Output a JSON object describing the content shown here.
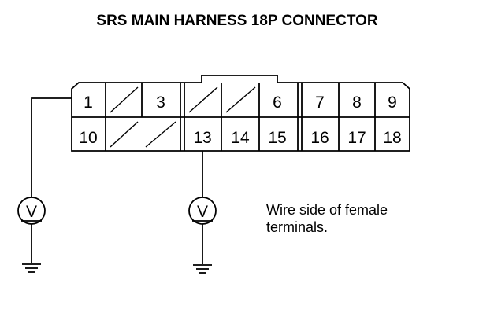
{
  "title": "SRS MAIN HARNESS 18P CONNECTOR",
  "connector": {
    "pins": [
      {
        "label": "1"
      },
      {
        "label": ""
      },
      {
        "label": "3"
      },
      {
        "label": ""
      },
      {
        "label": ""
      },
      {
        "label": "6"
      },
      {
        "label": "7"
      },
      {
        "label": "8"
      },
      {
        "label": "9"
      },
      {
        "label": "10"
      },
      {
        "label": ""
      },
      {
        "label": ""
      },
      {
        "label": "13"
      },
      {
        "label": "14"
      },
      {
        "label": "15"
      },
      {
        "label": "16"
      },
      {
        "label": "17"
      },
      {
        "label": "18"
      }
    ]
  },
  "meters": [
    {
      "symbol": "V",
      "probe_pin": "1"
    },
    {
      "symbol": "V",
      "probe_pin": "13"
    }
  ],
  "note_lines": [
    "Wire side of female",
    "terminals."
  ]
}
